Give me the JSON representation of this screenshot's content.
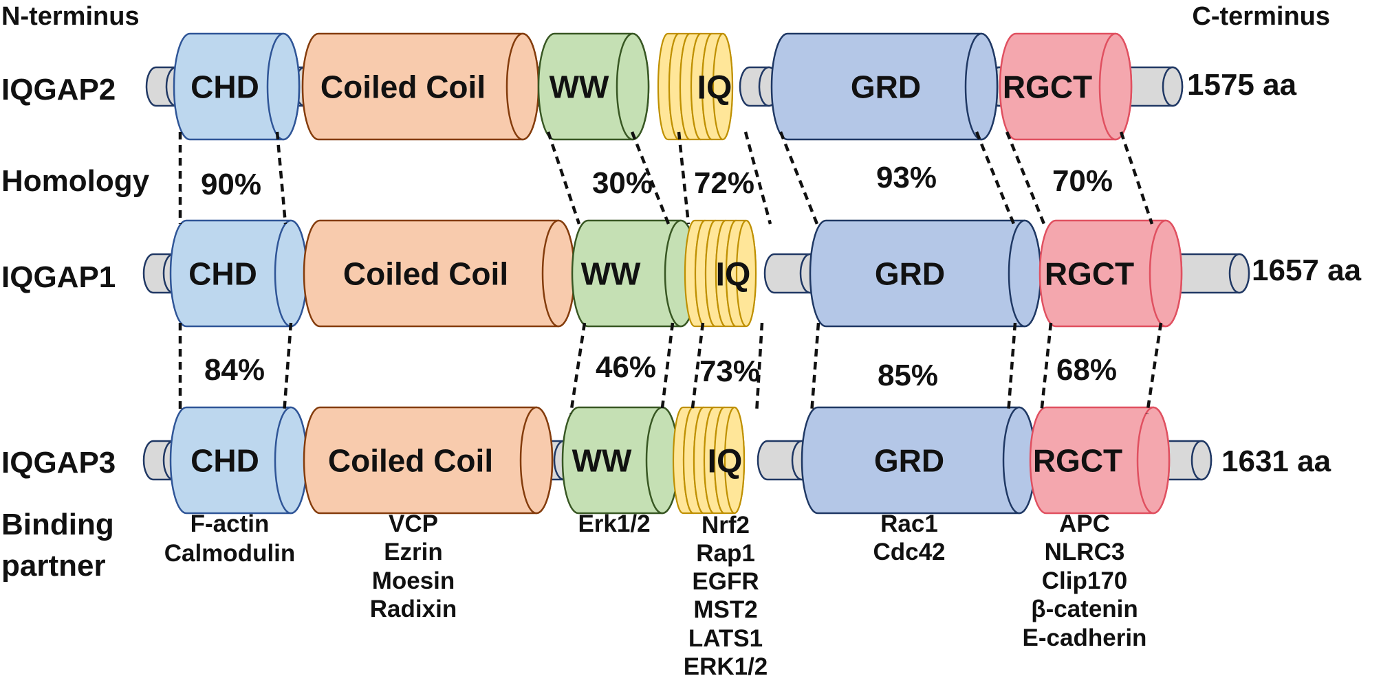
{
  "labels": {
    "n_terminus": "N-terminus",
    "c_terminus": "C-terminus",
    "homology": "Homology",
    "binding_line1": "Binding",
    "binding_line2": "partner"
  },
  "proteins": [
    {
      "name": "IQGAP2",
      "length": "1575 aa"
    },
    {
      "name": "IQGAP1",
      "length": "1657 aa"
    },
    {
      "name": "IQGAP3",
      "length": "1631 aa"
    }
  ],
  "domains": {
    "chd": "CHD",
    "coiled": "Coiled Coil",
    "ww": "WW",
    "iq": "IQ",
    "grd": "GRD",
    "rgct": "RGCT"
  },
  "homology_row1": {
    "chd": "90%",
    "ww": "30%",
    "iq": "72%",
    "grd": "93%",
    "rgct": "70%"
  },
  "homology_row2": {
    "chd": "84%",
    "ww": "46%",
    "iq": "73%",
    "grd": "85%",
    "rgct": "68%"
  },
  "binding": {
    "chd": [
      "F-actin",
      "Calmodulin"
    ],
    "coiled": [
      "VCP",
      "Ezrin",
      "Moesin",
      "Radixin"
    ],
    "ww": [
      "Erk1/2"
    ],
    "iq": [
      "Nrf2",
      "Rap1",
      "EGFR",
      "MST2",
      "LATS1",
      "ERK1/2"
    ],
    "grd": [
      "Rac1",
      "Cdc42"
    ],
    "rgct": [
      "APC",
      "NLRC3",
      "Clip170",
      "β-catenin",
      "E-cadherin"
    ]
  },
  "colors": {
    "chd": {
      "fill": "#bdd7ee",
      "stroke": "#2f5597"
    },
    "coiled": {
      "fill": "#f8cbad",
      "stroke": "#843c0c"
    },
    "ww": {
      "fill": "#c5e0b4",
      "stroke": "#385723"
    },
    "iq": {
      "fill": "#ffe699",
      "stroke": "#bf9000"
    },
    "grd": {
      "fill": "#b4c7e7",
      "stroke": "#1f3864"
    },
    "rgct": {
      "fill": "#f4a7ae",
      "stroke": "#e05060"
    },
    "linker": {
      "fill": "#d9d9d9",
      "stroke": "#203864"
    }
  }
}
